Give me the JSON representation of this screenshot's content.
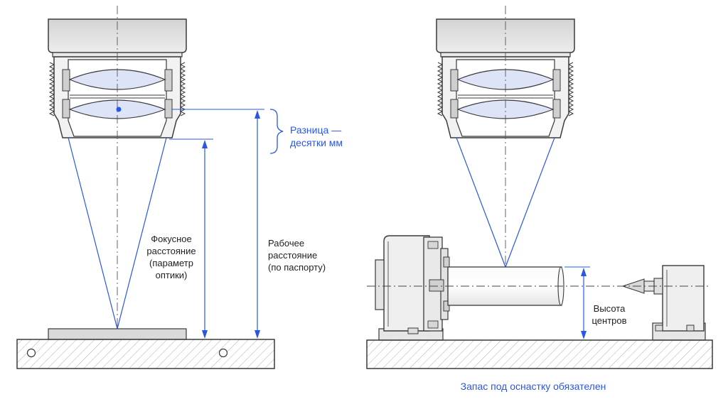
{
  "left_diagram": {
    "focal_label": [
      "Фокусное",
      "расстояние",
      "(параметр",
      "оптики)"
    ],
    "working_label": [
      "Рабочее",
      "расстояние",
      "(по паспорту)"
    ],
    "difference_label": [
      "Разница —",
      "десятки мм"
    ]
  },
  "right_diagram": {
    "center_height_label": [
      "Высота",
      "центров"
    ],
    "caption": "Запас под оснастку обязателен"
  },
  "colors": {
    "accent_blue": "#2a56e8",
    "lens_fill": "#dde4f7",
    "outline": "#3a3a3a",
    "body_fill": "#f2f2f2"
  }
}
